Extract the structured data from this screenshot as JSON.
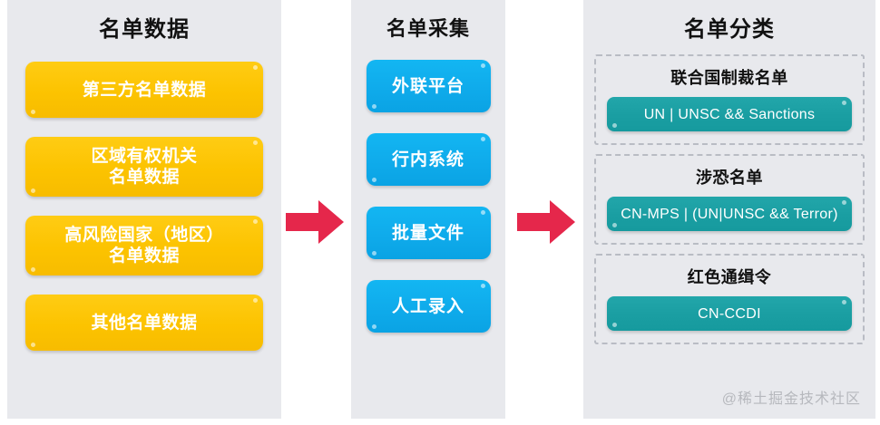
{
  "diagram": {
    "columns": [
      {
        "id": "list-data",
        "title": "名单数据",
        "items": [
          {
            "label": "第三方名单数据",
            "lines": 1
          },
          {
            "label": "区域有权机关\n名单数据",
            "lines": 2
          },
          {
            "label": "高风险国家（地区）\n名单数据",
            "lines": 2
          },
          {
            "label": "其他名单数据",
            "lines": 1
          }
        ]
      },
      {
        "id": "list-collection",
        "title": "名单采集",
        "items": [
          {
            "label": "外联平台"
          },
          {
            "label": "行内系统"
          },
          {
            "label": "批量文件"
          },
          {
            "label": "人工录入"
          }
        ]
      },
      {
        "id": "list-classification",
        "title": "名单分类",
        "groups": [
          {
            "title": "联合国制裁名单",
            "tag": "UN | UNSC && Sanctions"
          },
          {
            "title": "涉恐名单",
            "tag": "CN-MPS | (UN|UNSC && Terror)"
          },
          {
            "title": "红色通缉令",
            "tag": "CN-CCDI"
          }
        ]
      }
    ],
    "arrows": [
      {
        "name": "arrow-data-to-collection",
        "direction": "right"
      },
      {
        "name": "arrow-collection-to-classification",
        "direction": "right"
      }
    ]
  },
  "watermark": "@稀土掘金技术社区",
  "colors": {
    "panel_background": "#e8e9ed",
    "yellow": "#fcc300",
    "blue": "#0fabeb",
    "teal": "#1a9ea2",
    "arrow_red": "#e5274b",
    "dashed_border": "#b9bcc4",
    "title_text": "#111111",
    "watermark_text": "#b6b8bd"
  }
}
